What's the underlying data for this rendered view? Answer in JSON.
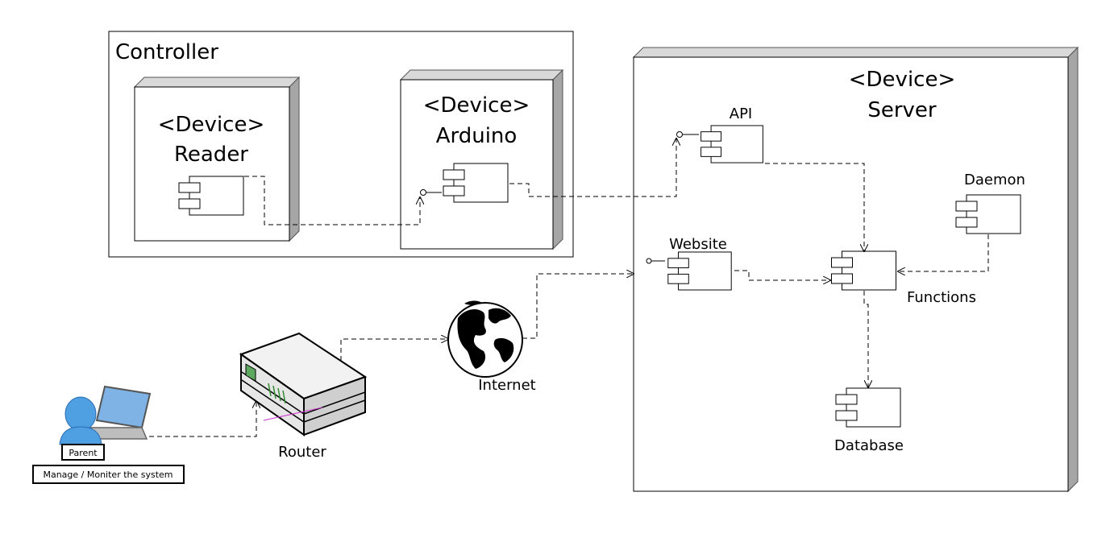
{
  "controller": {
    "title": "Controller"
  },
  "reader": {
    "stereotype": "<Device>",
    "name": "Reader"
  },
  "arduino": {
    "stereotype": "<Device>",
    "name": "Arduino"
  },
  "server": {
    "stereotype": "<Device>",
    "name": "Server"
  },
  "components": {
    "api": "API",
    "daemon": "Daemon",
    "website": "Website",
    "functions": "Functions",
    "database": "Database"
  },
  "network": {
    "internet": "Internet",
    "router": "Router"
  },
  "actor": {
    "name": "Parent",
    "note": "Manage / Moniter the system"
  }
}
